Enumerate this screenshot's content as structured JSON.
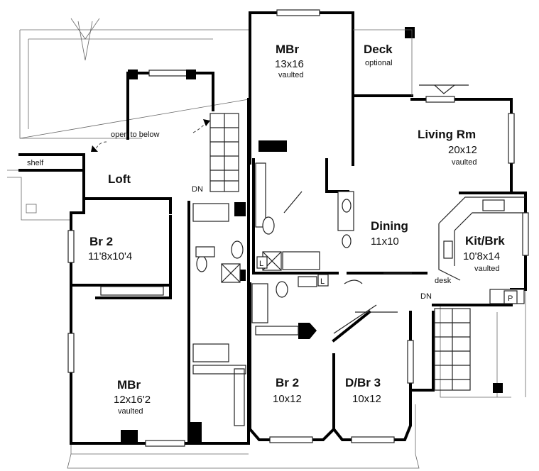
{
  "rooms": {
    "master_upper": {
      "name": "MBr",
      "dims": "13x16",
      "note": "vaulted"
    },
    "deck": {
      "name": "Deck",
      "note": "optional"
    },
    "living": {
      "name": "Living Rm",
      "dims": "20x12",
      "note": "vaulted"
    },
    "loft": {
      "name": "Loft"
    },
    "dining": {
      "name": "Dining",
      "dims": "11x10"
    },
    "kitchen": {
      "name": "Kit/Brk",
      "dims": "10'8x14",
      "note": "vaulted"
    },
    "br2_left": {
      "name": "Br 2",
      "dims": "11'8x10'4"
    },
    "master_lower": {
      "name": "MBr",
      "dims": "12x16'2",
      "note": "vaulted"
    },
    "br2_center": {
      "name": "Br 2",
      "dims": "10x12"
    },
    "dbr3": {
      "name": "D/Br 3",
      "dims": "10x12"
    }
  },
  "labels": {
    "open_to_below": "open to below",
    "shelf": "shelf",
    "dn_stair_left": "DN",
    "dn_stair_right": "DN",
    "desk": "desk",
    "laundry_1": "L",
    "laundry_2": "L",
    "pantry": "P"
  }
}
